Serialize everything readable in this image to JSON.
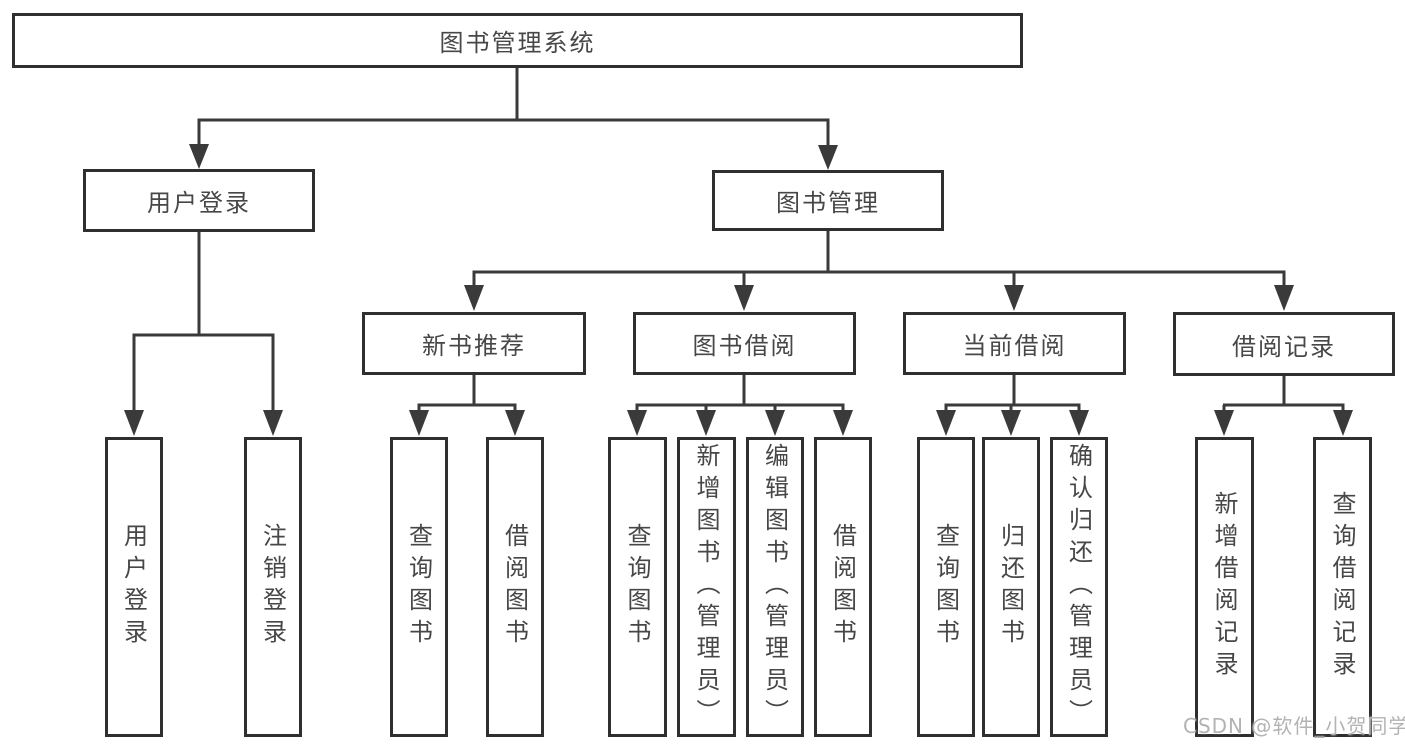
{
  "diagram": {
    "title": "图书管理系统",
    "root": {
      "label": "图书管理系统"
    },
    "level2": [
      {
        "label": "用户登录"
      },
      {
        "label": "图书管理"
      }
    ],
    "level3": [
      {
        "label": "新书推荐"
      },
      {
        "label": "图书借阅"
      },
      {
        "label": "当前借阅"
      },
      {
        "label": "借阅记录"
      }
    ],
    "leaves": {
      "user_login": [
        {
          "label": "用户登录"
        },
        {
          "label": "注销登录"
        }
      ],
      "new_book": [
        {
          "label": "查询图书"
        },
        {
          "label": "借阅图书"
        }
      ],
      "book_borrow": [
        {
          "label": "查询图书"
        },
        {
          "label": "新增图书（管理员）"
        },
        {
          "label": "编辑图书（管理员）"
        },
        {
          "label": "借阅图书"
        }
      ],
      "current_borrow": [
        {
          "label": "查询图书"
        },
        {
          "label": "归还图书"
        },
        {
          "label": "确认归还（管理员）"
        }
      ],
      "borrow_record": [
        {
          "label": "新增借阅记录"
        },
        {
          "label": "查询借阅记录"
        }
      ]
    }
  },
  "watermark": {
    "text": "CSDN @软件_小贺同学"
  },
  "colors": {
    "line": "#3a3a3a",
    "box_border": "#2f2f2f",
    "text": "#474747",
    "watermark": "#b3b3b3",
    "background": "#ffffff"
  }
}
